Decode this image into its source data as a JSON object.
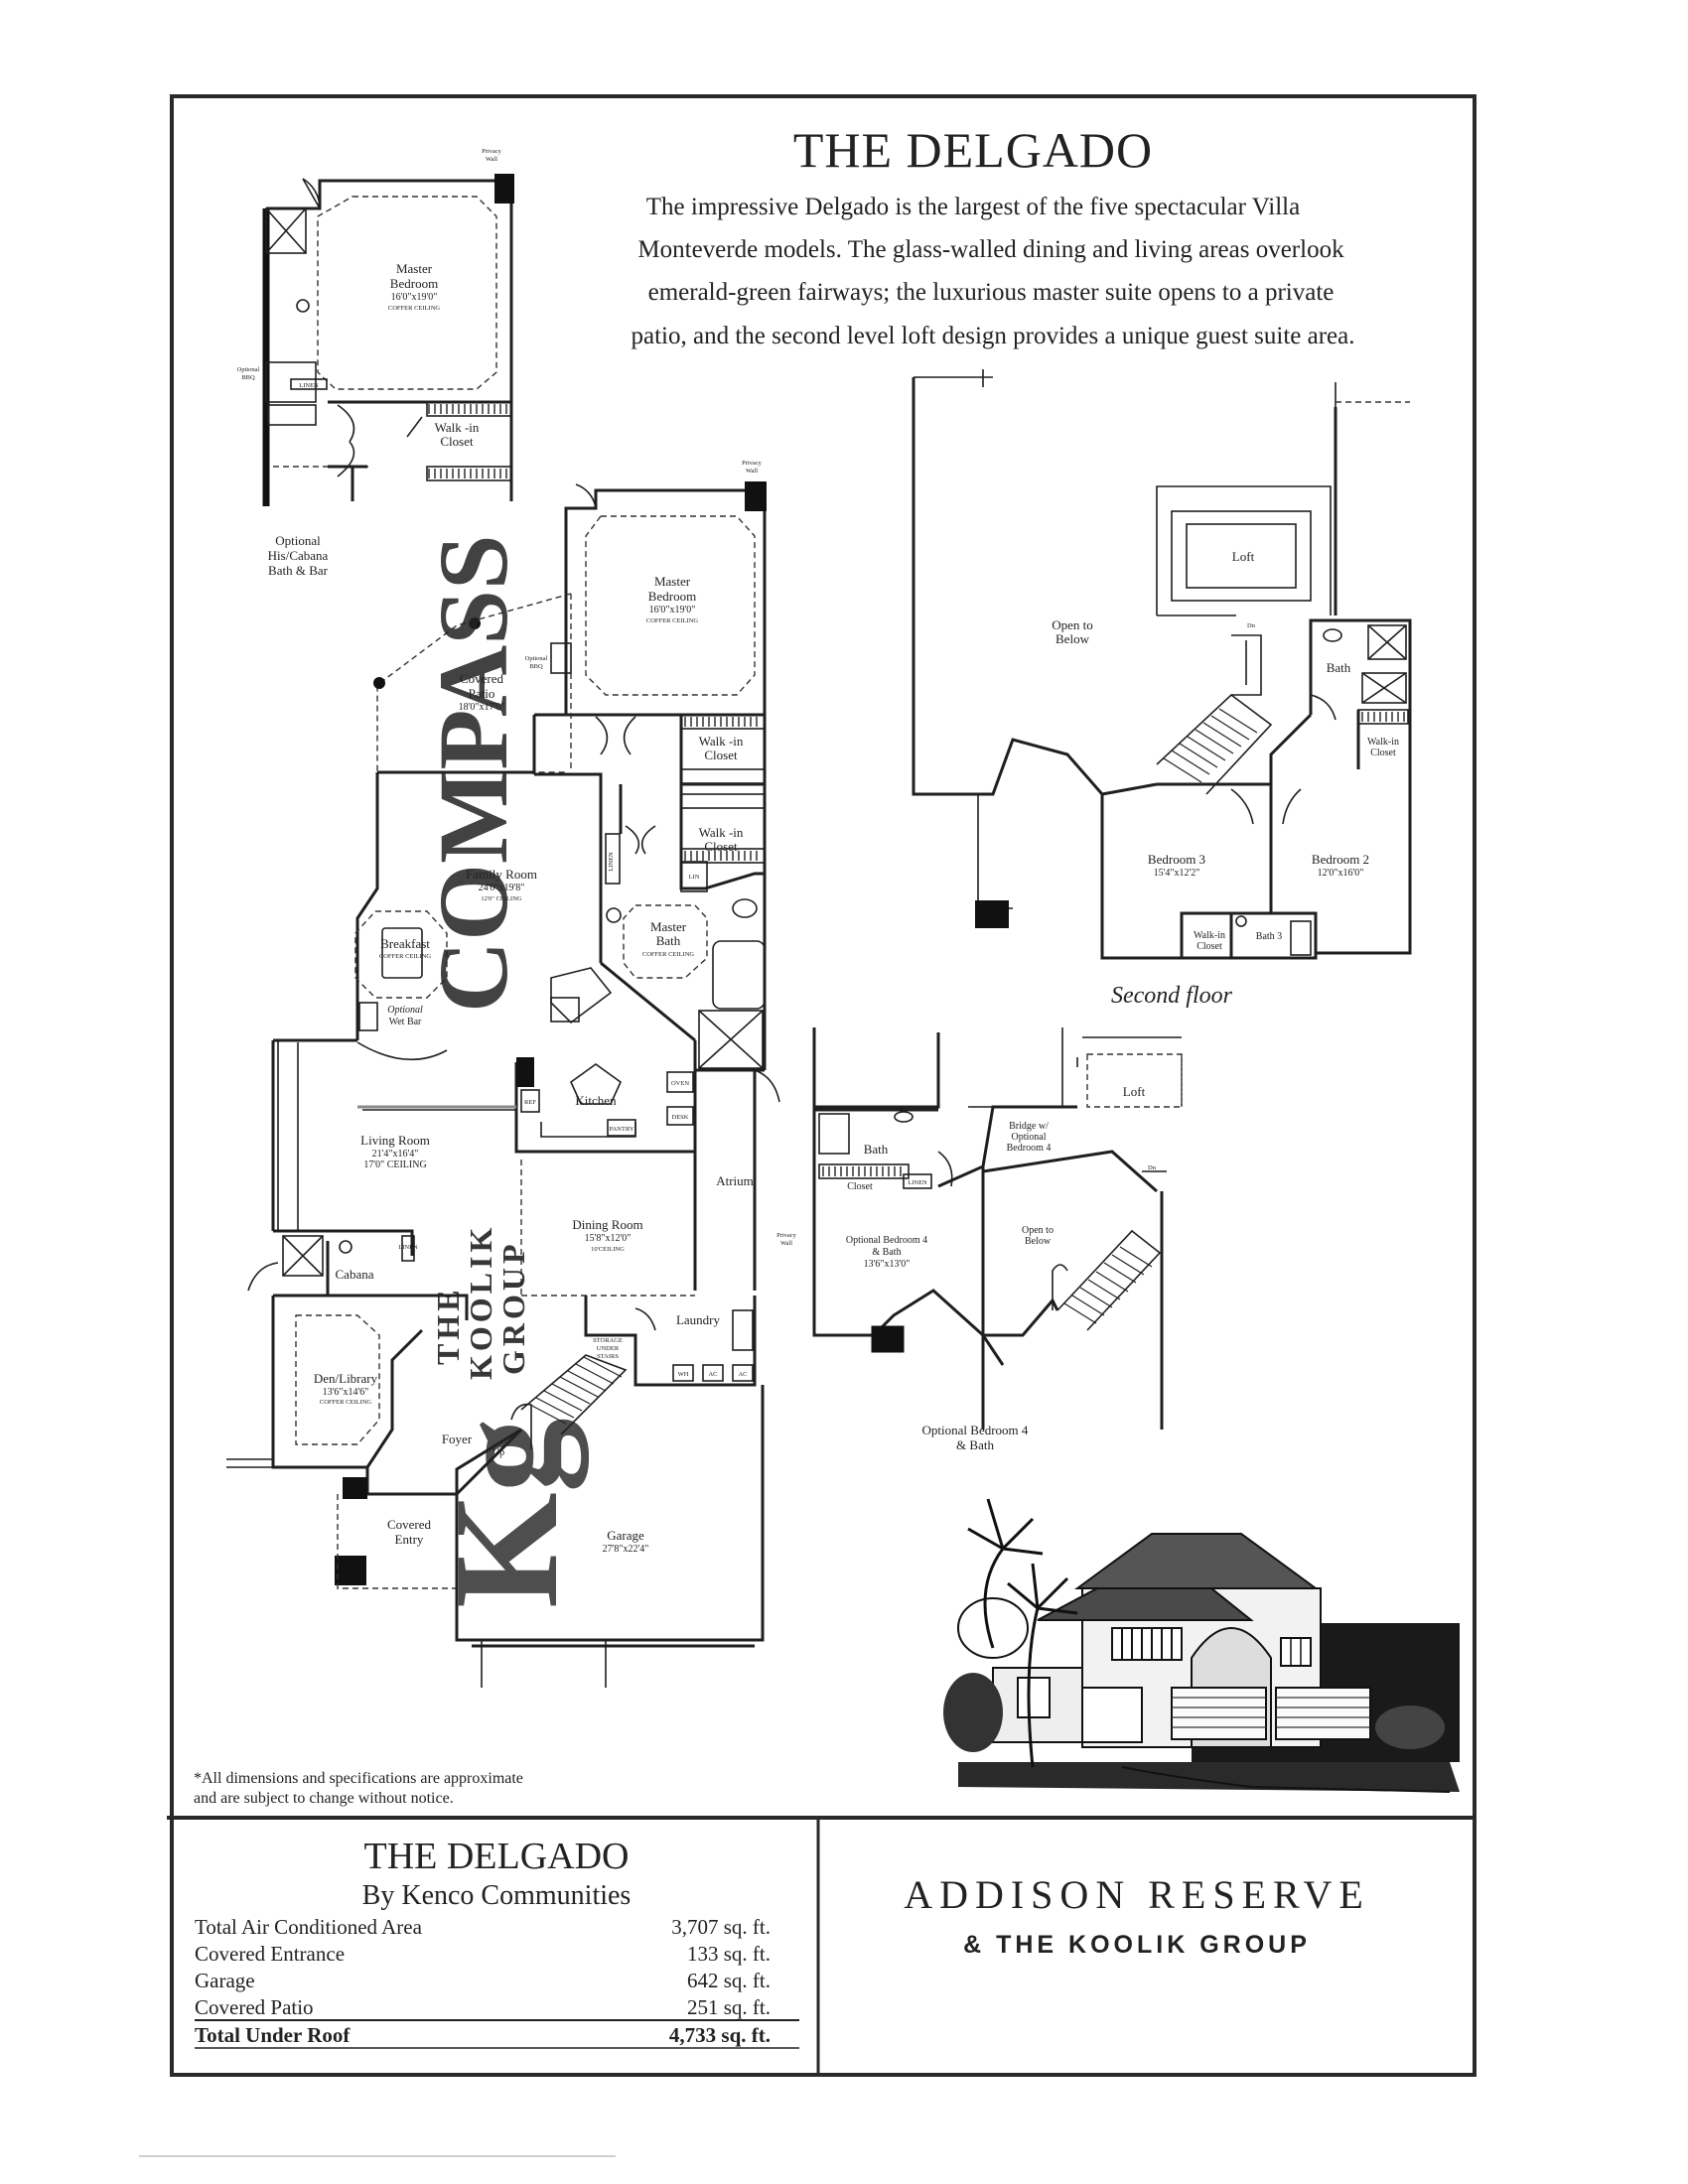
{
  "header": {
    "title": "THE DELGADO",
    "description": [
      "The impressive Delgado is the largest of the five spectacular Villa",
      "Monteverde models. The glass-walled dining and living areas overlook",
      "emerald-green fairways; the luxurious master suite opens to a private",
      "patio, and the second level loft design provides a unique guest suite area."
    ]
  },
  "plan_main": {
    "master_bedroom": {
      "name": [
        "Master",
        "Bedroom"
      ],
      "dim": "16'0\"x19'0\"",
      "note": "COFFER CEILING"
    },
    "walk_in_closet_1": [
      "Walk -in",
      "Closet"
    ],
    "walk_in_closet_2": [
      "Walk -in",
      "Closet"
    ],
    "privacy_wall": [
      "Privacy",
      "Wall"
    ],
    "optional_bbq": [
      "Optional",
      "BBQ"
    ],
    "covered_patio": {
      "name": [
        "Covered",
        "Patio"
      ],
      "dim": "18'0\"x17'0\""
    },
    "family_room": {
      "name": "Family Room",
      "dim": "24'0\"x19'8\"",
      "note": "12'0\" CEILING"
    },
    "linen": "LINEN",
    "lin": "LIN",
    "master_bath": {
      "name": [
        "Master",
        "Bath"
      ],
      "note": "COFFER CEILING"
    },
    "breakfast": {
      "name": "Breakfast",
      "note": "COFFER CEILING"
    },
    "optional_wet_bar": [
      "Optional",
      "Wet Bar"
    ],
    "kitchen": "Kitchen",
    "ref": "REF",
    "pantry": "PANTRY",
    "oven": "OVEN",
    "desk": "DESK",
    "living_room": {
      "name": "Living Room",
      "dim": "21'4\"x16'4\"",
      "note": "17'0\" CEILING"
    },
    "atrium": "Atrium",
    "dining_room": {
      "name": "Dining Room",
      "dim": "15'8\"x12'0\"",
      "note": "10'CEILING"
    },
    "cabana": "Cabana",
    "den_library": {
      "name": "Den/Library",
      "dim": "13'6\"x14'6\"",
      "note": "COFFER CEILING"
    },
    "laundry": "Laundry",
    "storage": [
      "STORAGE",
      "UNDER",
      "STAIRS"
    ],
    "wh": "WH",
    "ac1": "AC",
    "ac2": "AC",
    "foyer": "Foyer",
    "up": "Up",
    "covered_entry": [
      "Covered",
      "Entry"
    ],
    "garage": {
      "name": "Garage",
      "dim": "27'8\"x22'4\""
    }
  },
  "plan_inset": {
    "master_bedroom": {
      "name": [
        "Master",
        "Bedroom"
      ],
      "dim": "16'0\"x19'0\"",
      "note": "COFFER CEILING"
    },
    "walk_in_closet": [
      "Walk -in",
      "Closet"
    ],
    "privacy_wall": [
      "Privacy",
      "Wall"
    ],
    "optional_bbq": [
      "Optional",
      "BBQ"
    ],
    "linen": "LINEN",
    "caption": [
      "Optional",
      "His/Cabana",
      "Bath & Bar"
    ]
  },
  "plan_second": {
    "open_to_below": [
      "Open to",
      "Below"
    ],
    "loft": "Loft",
    "dn": "Dn",
    "bath": "Bath",
    "walk_in_closet": [
      "Walk-in",
      "Closet"
    ],
    "bedroom3": {
      "name": "Bedroom 3",
      "dim": "15'4\"x12'2\""
    },
    "bedroom2": {
      "name": "Bedroom 2",
      "dim": "12'0\"x16'0\""
    },
    "walk_in_closet_b3": [
      "Walk-in",
      "Closet"
    ],
    "bath3": "Bath 3",
    "caption": "Second floor"
  },
  "plan_optional": {
    "loft": "Loft",
    "bath": "Bath",
    "bridge": [
      "Bridge w/",
      "Optional",
      "Bedroom 4"
    ],
    "closet": "Closet",
    "linen": "LINEN",
    "bedroom4": {
      "name": [
        "Optional Bedroom 4",
        "& Bath"
      ],
      "dim": "13'6\"x13'0\""
    },
    "open_to_below": [
      "Open to",
      "Below"
    ],
    "dn": "Dn",
    "caption": [
      "Optional Bedroom 4",
      "& Bath"
    ]
  },
  "disclaimer": [
    "*All dimensions and specifications are approximate",
    "and are subject to change without notice."
  ],
  "summary": {
    "title": "THE DELGADO",
    "subtitle": "By Kenco Communities",
    "rows": [
      {
        "label": "Total Air Conditioned Area",
        "value": "3,707 sq. ft."
      },
      {
        "label": "Covered Entrance",
        "value": "133 sq. ft."
      },
      {
        "label": "Garage",
        "value": "642 sq. ft."
      },
      {
        "label": "Covered Patio",
        "value": "251 sq. ft."
      }
    ],
    "total": {
      "label": "Total Under Roof",
      "value": "4,733 sq. ft."
    }
  },
  "brand": {
    "name": "ADDISON RESERVE",
    "sub": "& THE KOOLIK GROUP"
  },
  "watermarks": {
    "compass": "COMPASS",
    "koolik": [
      "THE",
      "KOOLIK",
      "GROUP"
    ],
    "mark": "Kg"
  }
}
